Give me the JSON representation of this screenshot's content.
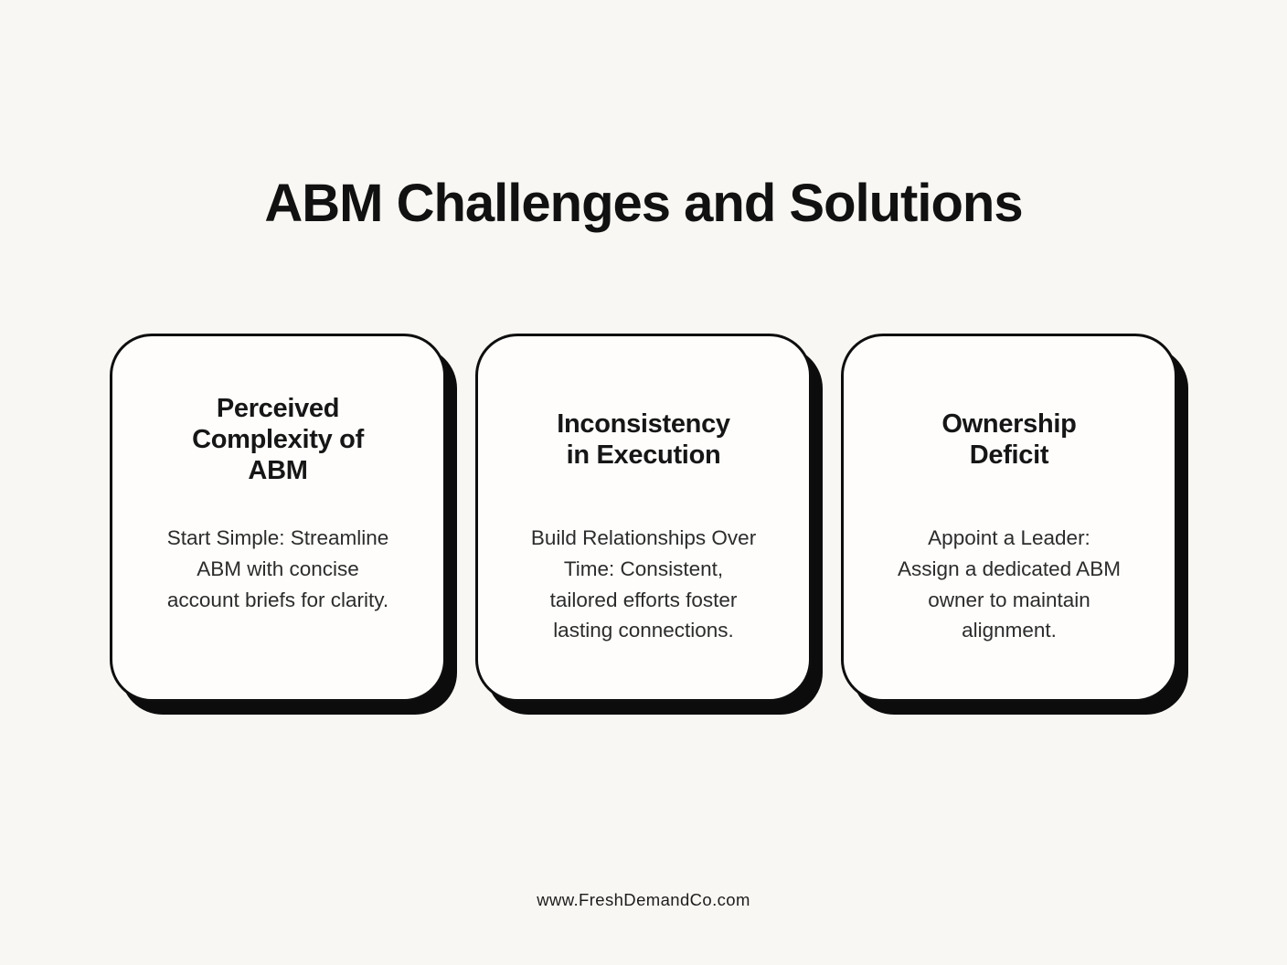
{
  "page": {
    "title": "ABM Challenges and Solutions",
    "footer": "www.FreshDemandCo.com",
    "background_color": "#f9f7f3",
    "card_background_color": "#fefdfb",
    "border_color": "#0e0e0e",
    "title_color": "#111111",
    "body_text_color": "#2c2c2c"
  },
  "cards": [
    {
      "title": "Perceived\nComplexity of\nABM",
      "body": "Start Simple: Streamline\nABM with concise\naccount briefs for clarity."
    },
    {
      "title": "Inconsistency\nin Execution",
      "body": "Build Relationships Over\nTime: Consistent,\ntailored efforts foster\nlasting connections."
    },
    {
      "title": "Ownership\nDeficit",
      "body": "Appoint a Leader:\nAssign a dedicated ABM\nowner to maintain\nalignment."
    }
  ]
}
